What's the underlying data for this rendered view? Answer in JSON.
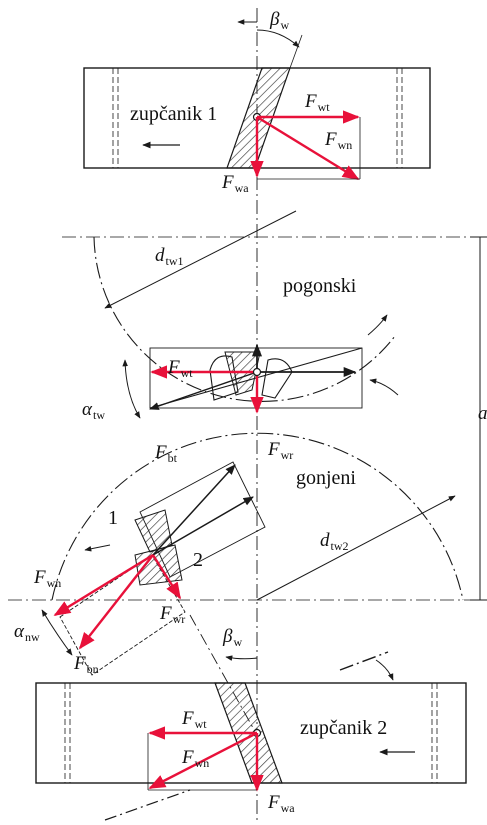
{
  "labels": {
    "beta_w_top": {
      "sym": "β",
      "sub": "w"
    },
    "gear1_name": "zupčanik 1",
    "F_wt_top": {
      "sym": "F",
      "sub": "wt"
    },
    "F_wn_top": {
      "sym": "F",
      "sub": "wn"
    },
    "F_wa_top": {
      "sym": "F",
      "sub": "wa"
    },
    "d_tw1": {
      "sym": "d",
      "sub": "tw1"
    },
    "driving": "pogonski",
    "a_axis": {
      "sym": "a"
    },
    "F_wt_mid": {
      "sym": "F",
      "sub": "wt"
    },
    "alpha_tw": {
      "sym": "α",
      "sub": "tw"
    },
    "F_bt": {
      "sym": "F",
      "sub": "bt"
    },
    "F_wr_mid": {
      "sym": "F",
      "sub": "wr"
    },
    "driven": "gonjeni",
    "d_tw2": {
      "sym": "d",
      "sub": "tw2"
    },
    "num_1": "1",
    "num_2": "2",
    "F_wn_left": {
      "sym": "F",
      "sub": "wn"
    },
    "F_wr_left": {
      "sym": "F",
      "sub": "wr"
    },
    "beta_w_mid": {
      "sym": "β",
      "sub": "w"
    },
    "alpha_nw": {
      "sym": "α",
      "sub": "nw"
    },
    "F_bn": {
      "sym": "F",
      "sub": "bn"
    },
    "F_wt_bot": {
      "sym": "F",
      "sub": "wt"
    },
    "gear2_name": "zupčanik 2",
    "F_wn_bot": {
      "sym": "F",
      "sub": "wn"
    },
    "F_wa_bot": {
      "sym": "F",
      "sub": "wa"
    }
  },
  "colors": {
    "force": "#e8113a",
    "line": "#1a1a1a",
    "hatch": "#333333"
  }
}
